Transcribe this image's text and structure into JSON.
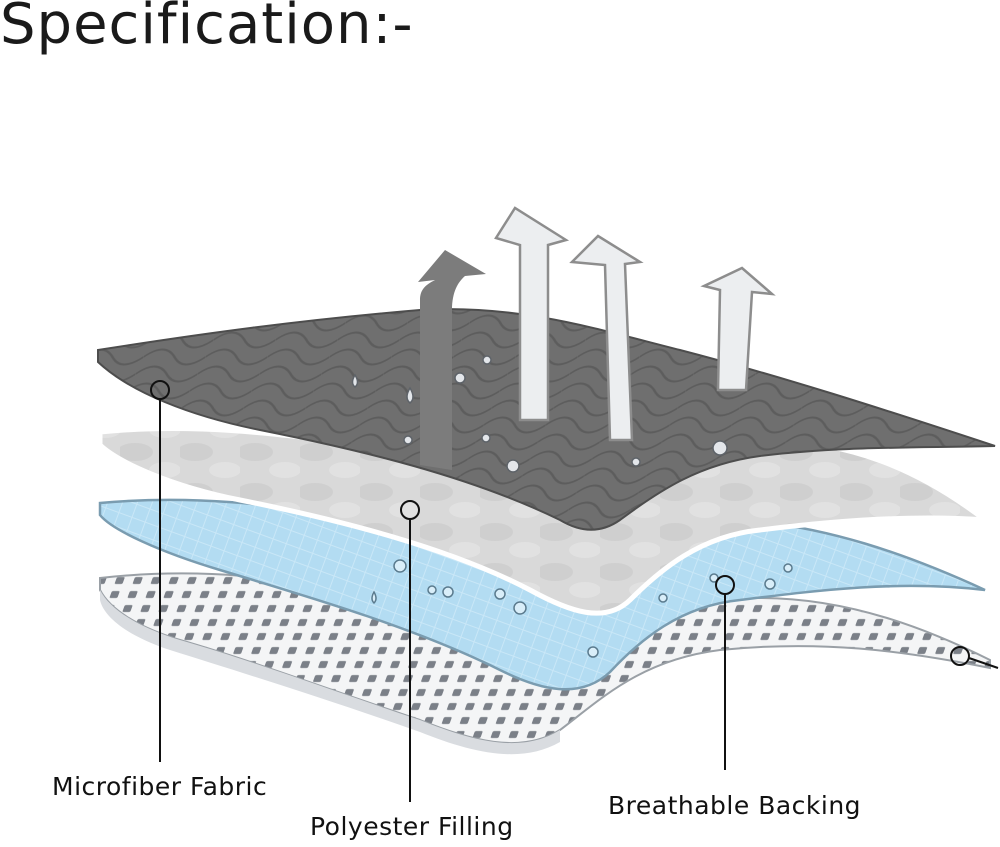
{
  "title": "Specification:-",
  "labels": {
    "microfiber": "Microfiber Fabric",
    "polyester": "Polyester Filling",
    "breathable": "Breathable Backing"
  },
  "colors": {
    "top_layer": "#6e6e6e",
    "filling_layer": "#d4d4d4",
    "waterproof_layer": "#aad6ee",
    "backing_layer": "#f1f2f4",
    "arrow_dark": "#7a7a7a",
    "arrow_light": "#e9eaec"
  },
  "icons": [
    "vapor-arrow-icon",
    "water-droplet-icon",
    "callout-marker-icon"
  ]
}
